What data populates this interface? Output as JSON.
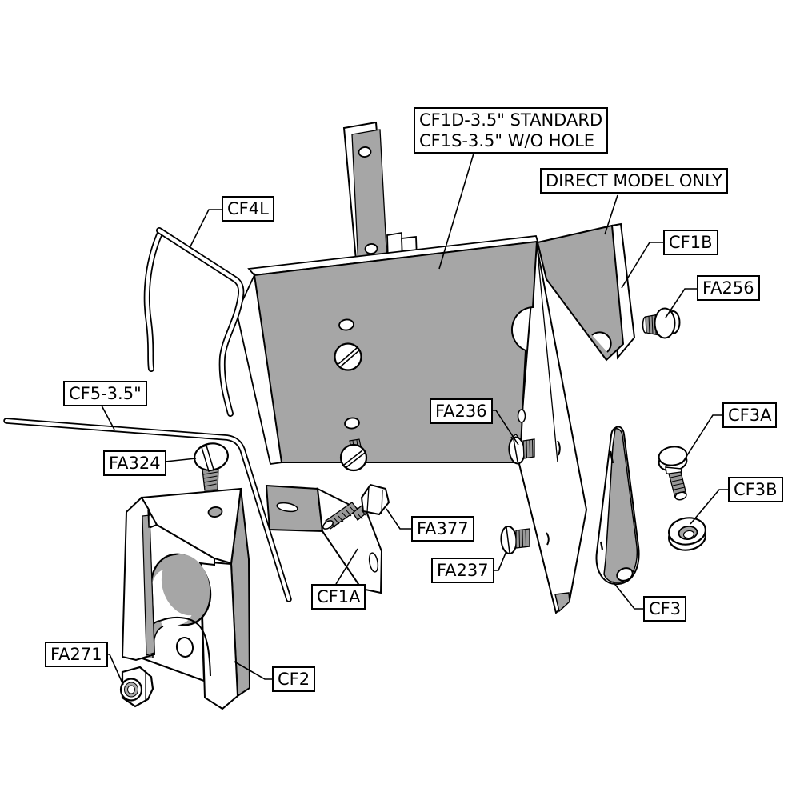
{
  "diagram": {
    "kind": "exploded-parts-diagram",
    "background_color": "#ffffff",
    "outline_color": "#000000",
    "part_fill_color": "#a6a6a6",
    "thread_fill_color": "#999999",
    "labels": {
      "cf1d": {
        "line1": "CF1D-3.5\" STANDARD",
        "line2": "CF1S-3.5\" W/O HOLE"
      },
      "direct": {
        "text": "DIRECT MODEL ONLY"
      },
      "cf4l": {
        "text": "CF4L"
      },
      "cf1b": {
        "text": "CF1B"
      },
      "fa256": {
        "text": "FA256"
      },
      "cf5": {
        "text": "CF5-3.5\""
      },
      "fa324": {
        "text": "FA324"
      },
      "fa236": {
        "text": "FA236"
      },
      "cf3a": {
        "text": "CF3A"
      },
      "cf3b": {
        "text": "CF3B"
      },
      "fa377": {
        "text": "FA377"
      },
      "fa237": {
        "text": "FA237"
      },
      "cf1a": {
        "text": "CF1A"
      },
      "fa271": {
        "text": "FA271"
      },
      "cf2": {
        "text": "CF2"
      },
      "cf3": {
        "text": "CF3"
      }
    }
  }
}
